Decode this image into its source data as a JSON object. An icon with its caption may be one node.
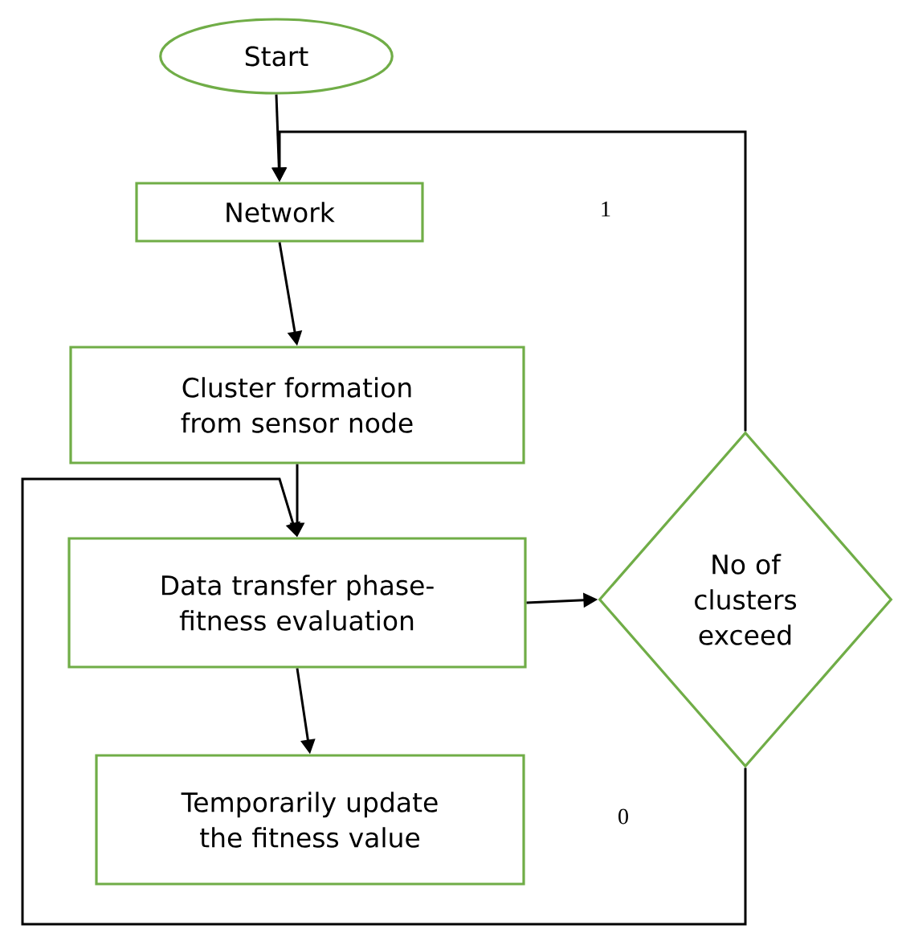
{
  "diagram": {
    "nodes": [
      {
        "text": [
          "Start"
        ]
      },
      {
        "text": [
          "Network"
        ]
      },
      {
        "text": [
          "Cluster formation from sensor node"
        ]
      },
      {
        "text": [
          "Data transfer phase-fitness evaluation"
        ]
      },
      {
        "text": [
          "Temporarily update the fitness value"
        ]
      },
      {
        "text": [
          "No of clusters exceed"
        ]
      }
    ],
    "edges": [
      {
        "from": 0,
        "to": 1,
        "arrow": "to"
      },
      {
        "from": 1,
        "to": 2,
        "arrow": "to"
      },
      {
        "from": 2,
        "to": 3,
        "arrow": "to"
      },
      {
        "from": 3,
        "to": 5,
        "arrow": "to"
      },
      {
        "from": 3,
        "to": 4,
        "arrow": "to"
      },
      {
        "from": 5,
        "to": 1,
        "arrow": "to",
        "label": "1"
      },
      {
        "from": 5,
        "to": 3,
        "arrow": "to",
        "label": "0"
      }
    ]
  }
}
